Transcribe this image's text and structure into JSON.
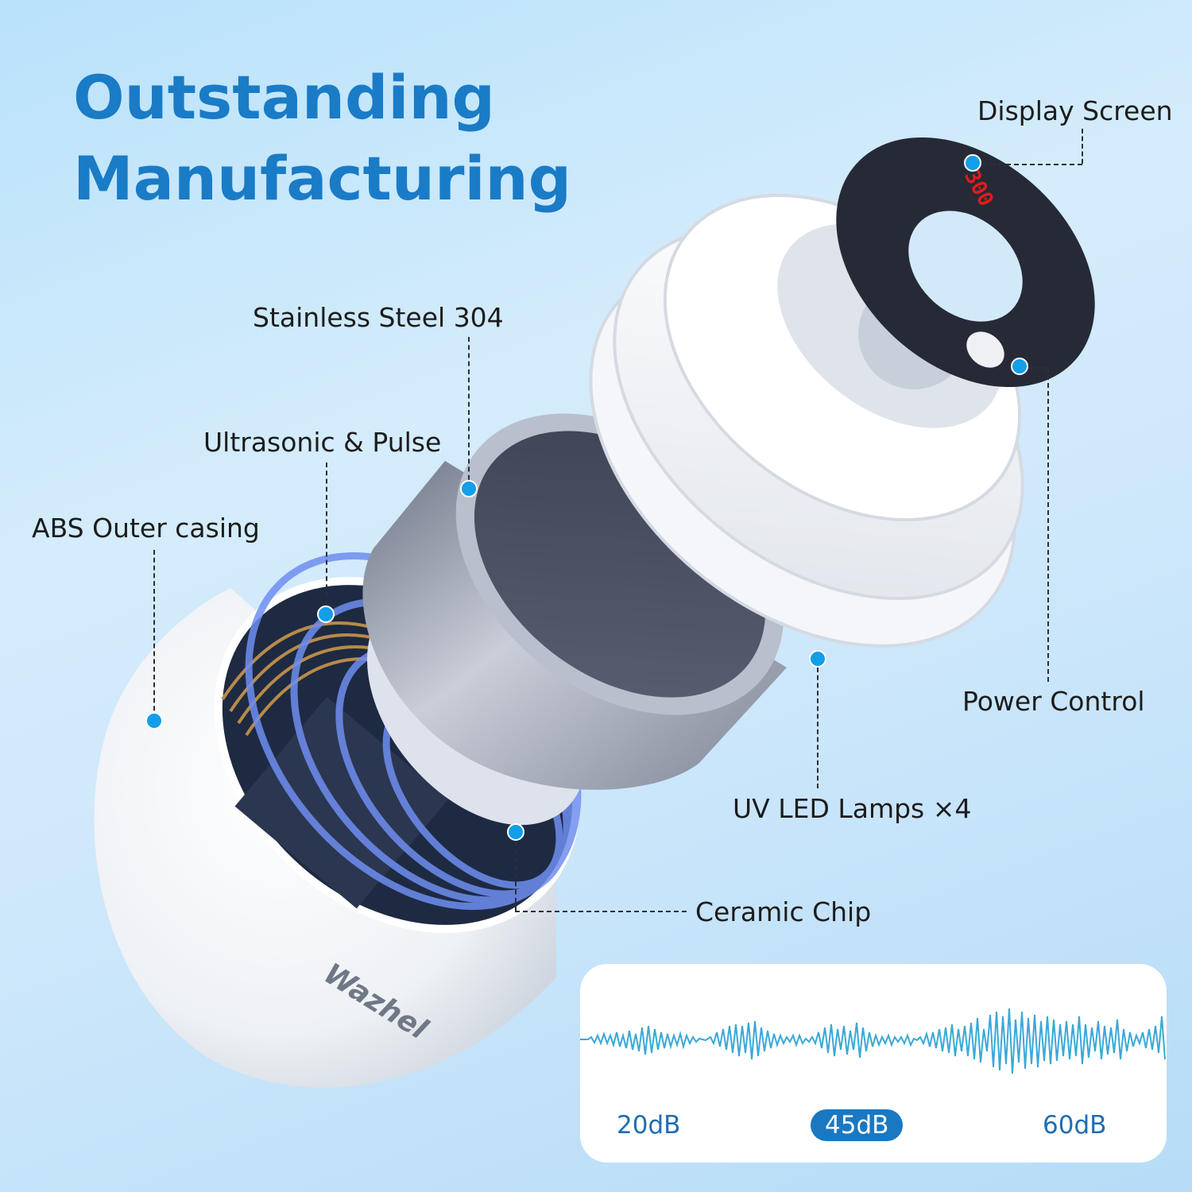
{
  "title": {
    "line1": "Outstanding",
    "line2": "Manufacturing"
  },
  "brand": "Wazhel",
  "display_readout": "300",
  "callouts": [
    {
      "id": "display-screen",
      "label": "Display Screen"
    },
    {
      "id": "stainless-steel",
      "label": "Stainless Steel 304"
    },
    {
      "id": "ultrasonic-pulse",
      "label": "Ultrasonic & Pulse"
    },
    {
      "id": "abs-casing",
      "label": "ABS Outer casing"
    },
    {
      "id": "power-control",
      "label": "Power Control"
    },
    {
      "id": "uv-led",
      "label": "UV LED Lamps ×4"
    },
    {
      "id": "ceramic-chip",
      "label": "Ceramic Chip"
    }
  ],
  "noise_panel": {
    "levels": [
      {
        "label": "20dB",
        "active": false
      },
      {
        "label": "45dB",
        "active": true
      },
      {
        "label": "60dB",
        "active": false
      }
    ]
  },
  "colors": {
    "title": "#1a7bc6",
    "dot": "#129ee8",
    "wave": "#3aa9d6",
    "active_pill": "#1a78c2",
    "background": "#c4e5fa"
  }
}
